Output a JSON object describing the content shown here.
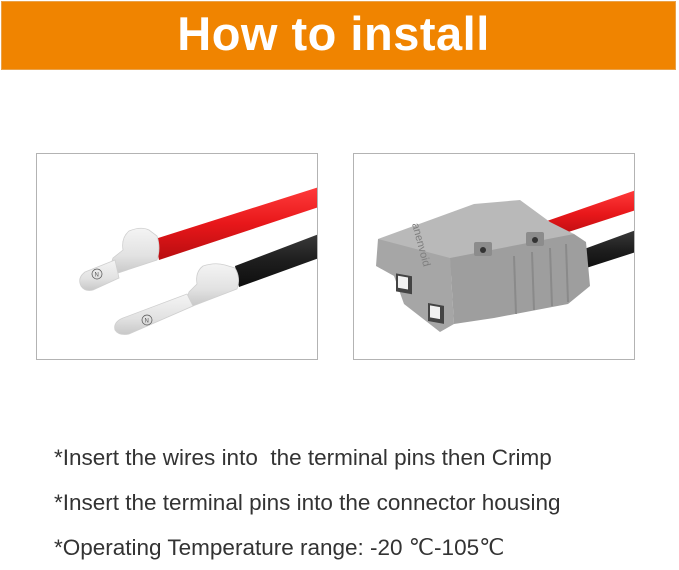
{
  "banner": {
    "title": "How to install",
    "background_color": "#f08400",
    "text_color": "#ffffff"
  },
  "panels": [
    {
      "name": "terminal-pins-crimped",
      "description": "Red and black wires crimped into white terminal pins",
      "pin_mark": "N"
    },
    {
      "name": "connector-housing-assembled",
      "description": "Grey connector housing with red and black wires inserted",
      "housing_label": "anenvoid"
    }
  ],
  "instructions": [
    "*Insert the wires into  the terminal pins then Crimp",
    "*Insert the terminal pins into the connector housing",
    "*Operating Temperature range: -20 ℃-105℃"
  ],
  "colors": {
    "red_wire": "#e8171a",
    "black_wire": "#1e1e1e",
    "housing_grey": "#a9a9a9",
    "text": "#333333"
  }
}
